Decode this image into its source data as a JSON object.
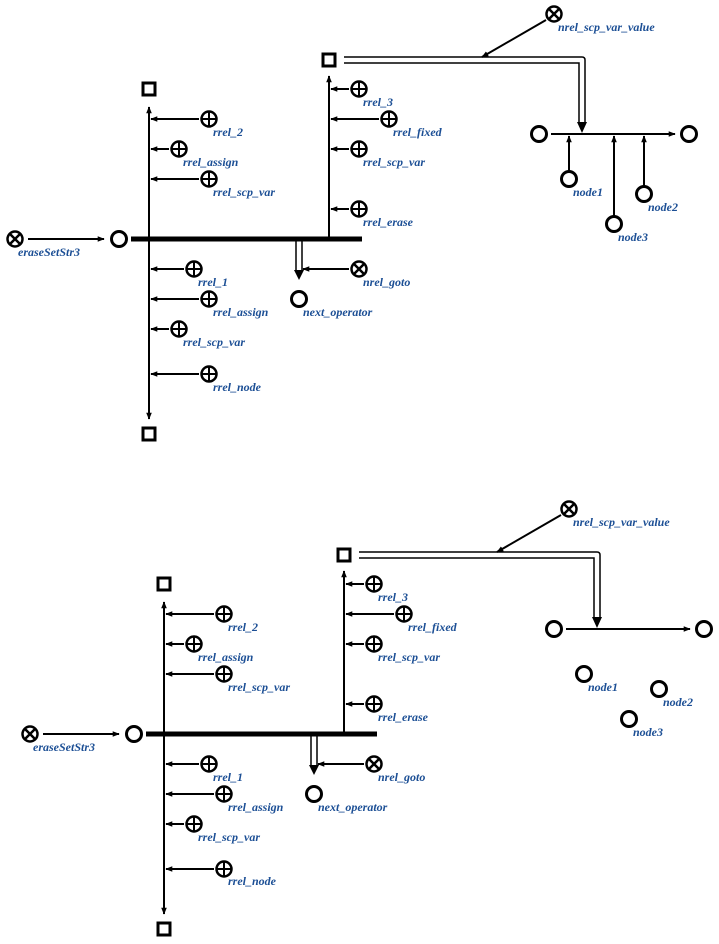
{
  "colors": {
    "label": "#1c4f95",
    "stroke": "#000000",
    "background": "#ffffff"
  },
  "diagrams": [
    {
      "labels": {
        "eraseSetStr3": "eraseSetStr3",
        "rrel_2": "rrel_2",
        "rrel_assign_top": "rrel_assign",
        "rrel_scp_var_top": "rrel_scp_var",
        "rrel_1": "rrel_1",
        "rrel_assign_bottom": "rrel_assign",
        "rrel_scp_var_bottom": "rrel_scp_var",
        "rrel_node": "rrel_node",
        "rrel_3": "rrel_3",
        "rrel_fixed": "rrel_fixed",
        "rrel_scp_var_right": "rrel_scp_var",
        "rrel_erase": "rrel_erase",
        "nrel_goto": "nrel_goto",
        "next_operator": "next_operator",
        "nrel_scp_var_value": "nrel_scp_var_value",
        "node1": "node1",
        "node2": "node2",
        "node3": "node3"
      }
    },
    {
      "labels": {
        "eraseSetStr3": "eraseSetStr3",
        "rrel_2": "rrel_2",
        "rrel_assign_top": "rrel_assign",
        "rrel_scp_var_top": "rrel_scp_var",
        "rrel_1": "rrel_1",
        "rrel_assign_bottom": "rrel_assign",
        "rrel_scp_var_bottom": "rrel_scp_var",
        "rrel_node": "rrel_node",
        "rrel_3": "rrel_3",
        "rrel_fixed": "rrel_fixed",
        "rrel_scp_var_right": "rrel_scp_var",
        "rrel_erase": "rrel_erase",
        "nrel_goto": "nrel_goto",
        "next_operator": "next_operator",
        "nrel_scp_var_value": "nrel_scp_var_value",
        "node1": "node1",
        "node2": "node2",
        "node3": "node3"
      }
    }
  ]
}
